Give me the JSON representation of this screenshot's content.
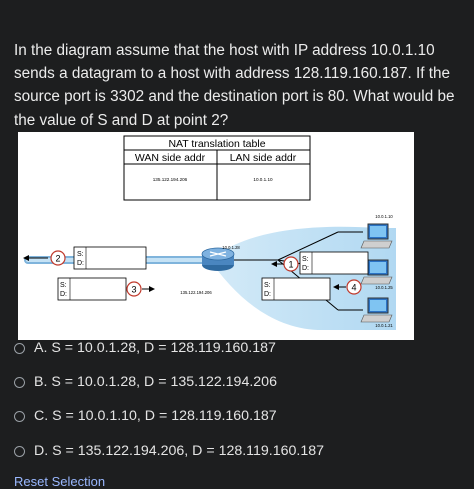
{
  "question": {
    "text": "In the diagram assume that the host with IP address 10.0.1.10 sends a datagram to a host with address 128.119.160.187. If the source port is 3302 and the destination port is 80. What would be the value of S and D at point 2?"
  },
  "diagram": {
    "nat_table_title": "NAT translation table",
    "wan_header": "WAN side addr",
    "lan_header": "LAN side addr",
    "wan_value": "135.122.194.206",
    "lan_value": "10.0.1.10",
    "router_lan_ip": "10.0.1.28",
    "router_wan_ip": "135.122.194.206",
    "host_ips": [
      "10.0.1.10",
      "10.0.1.25",
      "10.0.1.21"
    ],
    "packet_s": "S:",
    "packet_d": "D:",
    "points": [
      "1",
      "2",
      "3",
      "4"
    ]
  },
  "options": [
    {
      "label": "A. S = 10.0.1.28, D = 128.119.160.187"
    },
    {
      "label": "B. S = 10.0.1.28, D = 135.122.194.206"
    },
    {
      "label": "C. S = 10.0.1.10, D = 128.119.160.187"
    },
    {
      "label": "D. S = 135.122.194.206, D = 128.119.160.187"
    }
  ],
  "reset_label": "Reset Selection"
}
